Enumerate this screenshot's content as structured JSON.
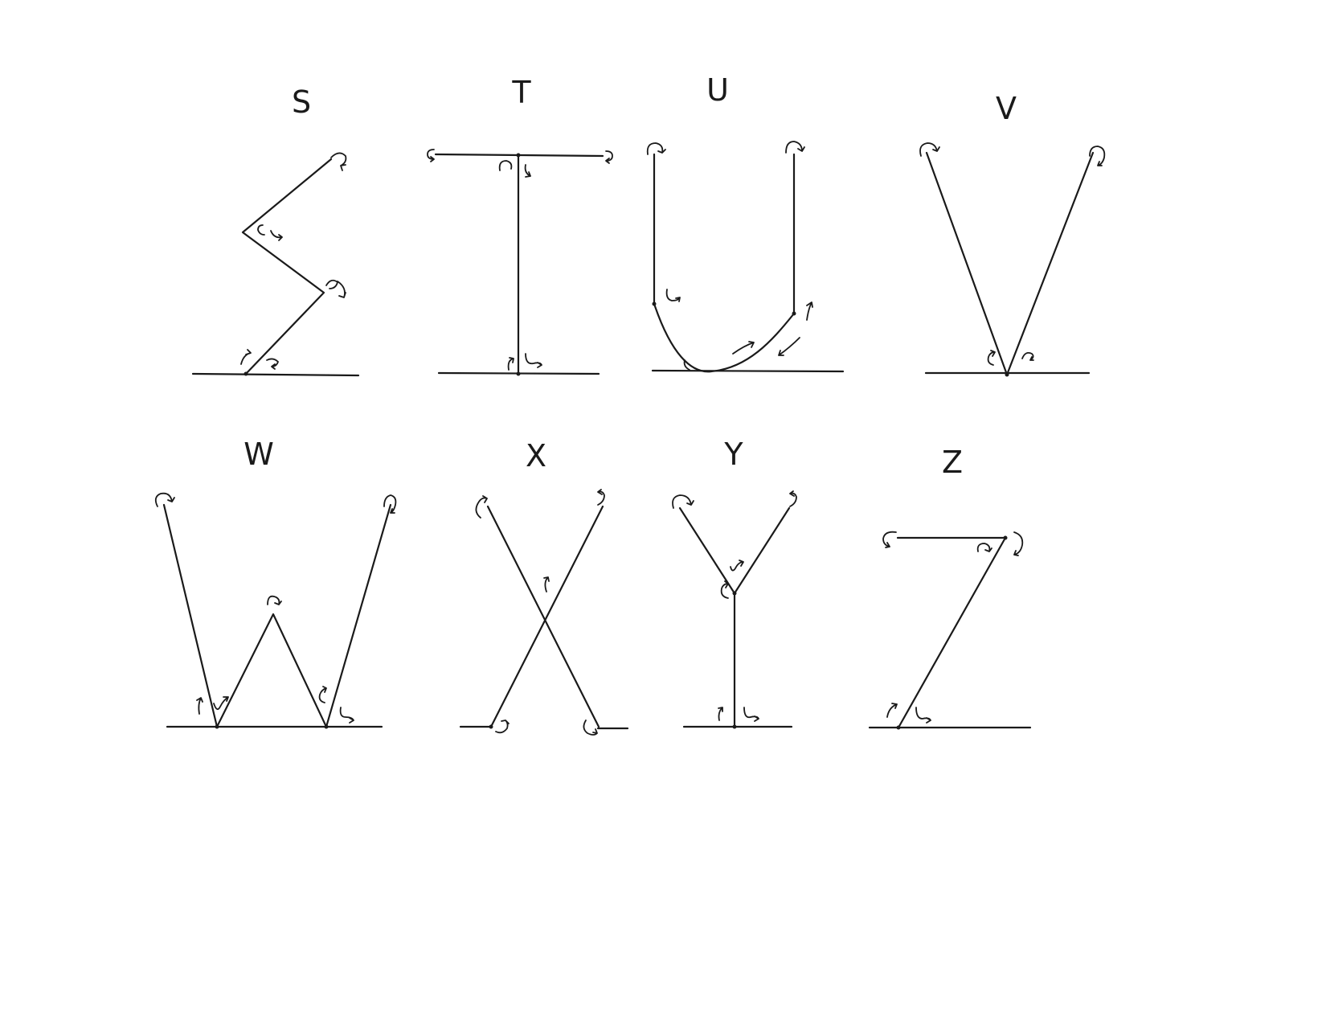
{
  "letters": [
    "S",
    "T",
    "U",
    "V",
    "W",
    "X",
    "Y",
    "Z"
  ],
  "colors": {
    "ink": "#1a1a1a",
    "paper": "#ffffff"
  },
  "icons": {
    "rotation_mark": "curved-arrow-icon",
    "direction_mark": "small-arrow-icon"
  }
}
